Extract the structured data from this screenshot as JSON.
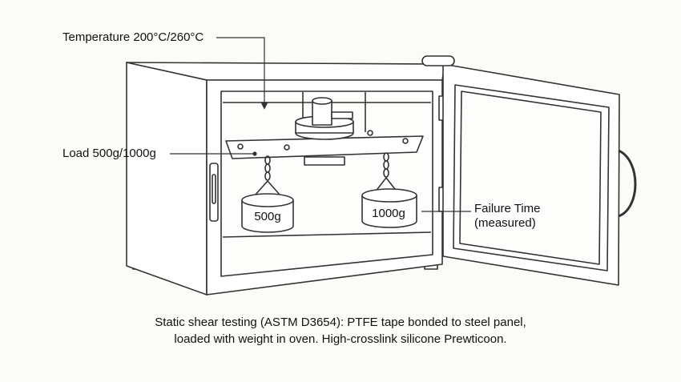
{
  "labels": {
    "temperature": "Temperature 200°C/260°C",
    "load": "Load 500g/1000g",
    "failure": "Failure Time (measured)"
  },
  "weights": {
    "left": "500g",
    "right": "1000g"
  },
  "caption": {
    "line1": "Static shear testing (ASTM D3654): PTFE tape bonded to steel panel,",
    "line2": "loaded with weight in oven. High-crosslink silicone Prewticoon."
  },
  "colors": {
    "stroke": "#333333",
    "fill": "#ffffff",
    "background": "#fbfbf7"
  }
}
